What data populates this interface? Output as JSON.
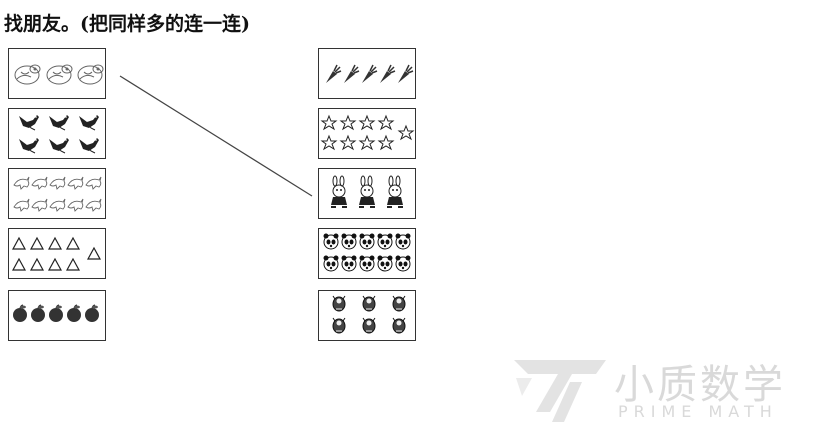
{
  "instruction": "找朋友。(把同样多的连一连)",
  "left_column": [
    {
      "icon": "cat-icon",
      "count": 3
    },
    {
      "icon": "bird-icon",
      "count": 6
    },
    {
      "icon": "dolphin-icon",
      "count": 10
    },
    {
      "icon": "triangle-icon",
      "count": 9
    },
    {
      "icon": "apple-icon",
      "count": 5
    }
  ],
  "right_column": [
    {
      "icon": "carrot-icon",
      "count": 5
    },
    {
      "icon": "star-icon",
      "count": 9
    },
    {
      "icon": "rabbit-icon",
      "count": 3
    },
    {
      "icon": "panda-icon",
      "count": 10
    },
    {
      "icon": "chick-icon",
      "count": 6
    }
  ],
  "connections": [
    {
      "from": "left-1",
      "to": "right-3"
    }
  ],
  "watermark": {
    "brand_cn": "小质数学",
    "brand_en": "PRIME MATH"
  },
  "colors": {
    "line": "#444444",
    "watermark": "#d9d9d9"
  }
}
